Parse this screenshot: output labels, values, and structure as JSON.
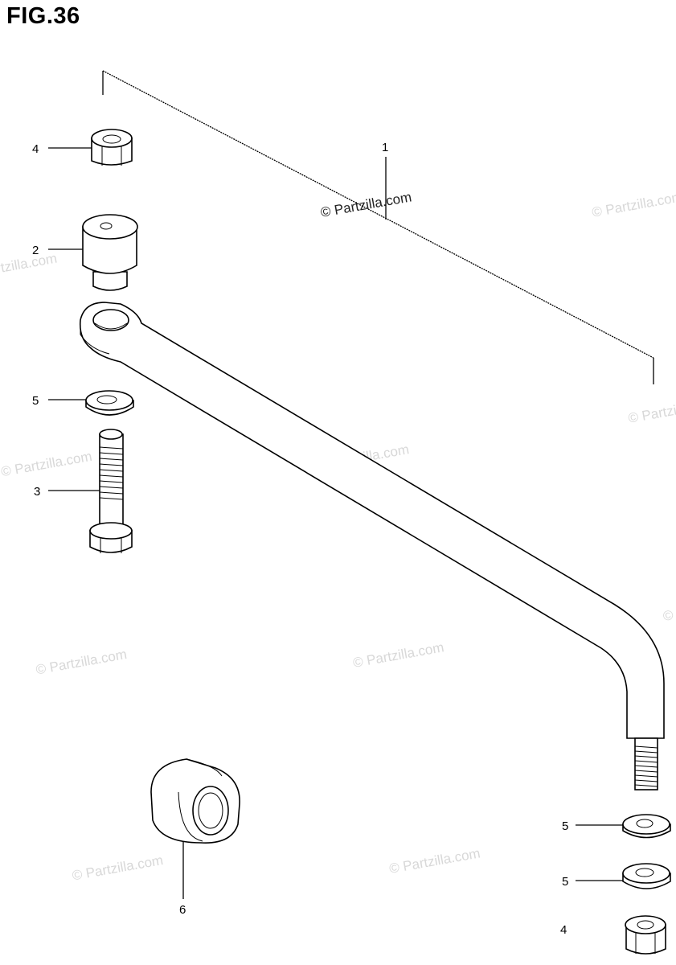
{
  "figure": {
    "title": "FIG.36"
  },
  "watermark": {
    "text": "© Partzilla.com"
  },
  "callouts": {
    "assembly": "1",
    "bushing": "2",
    "bolt": "3",
    "nut_top": "4",
    "washer_top": "5",
    "washer_bottom_1": "5",
    "washer_bottom_2": "5",
    "nut_bottom": "4",
    "collar": "6"
  }
}
